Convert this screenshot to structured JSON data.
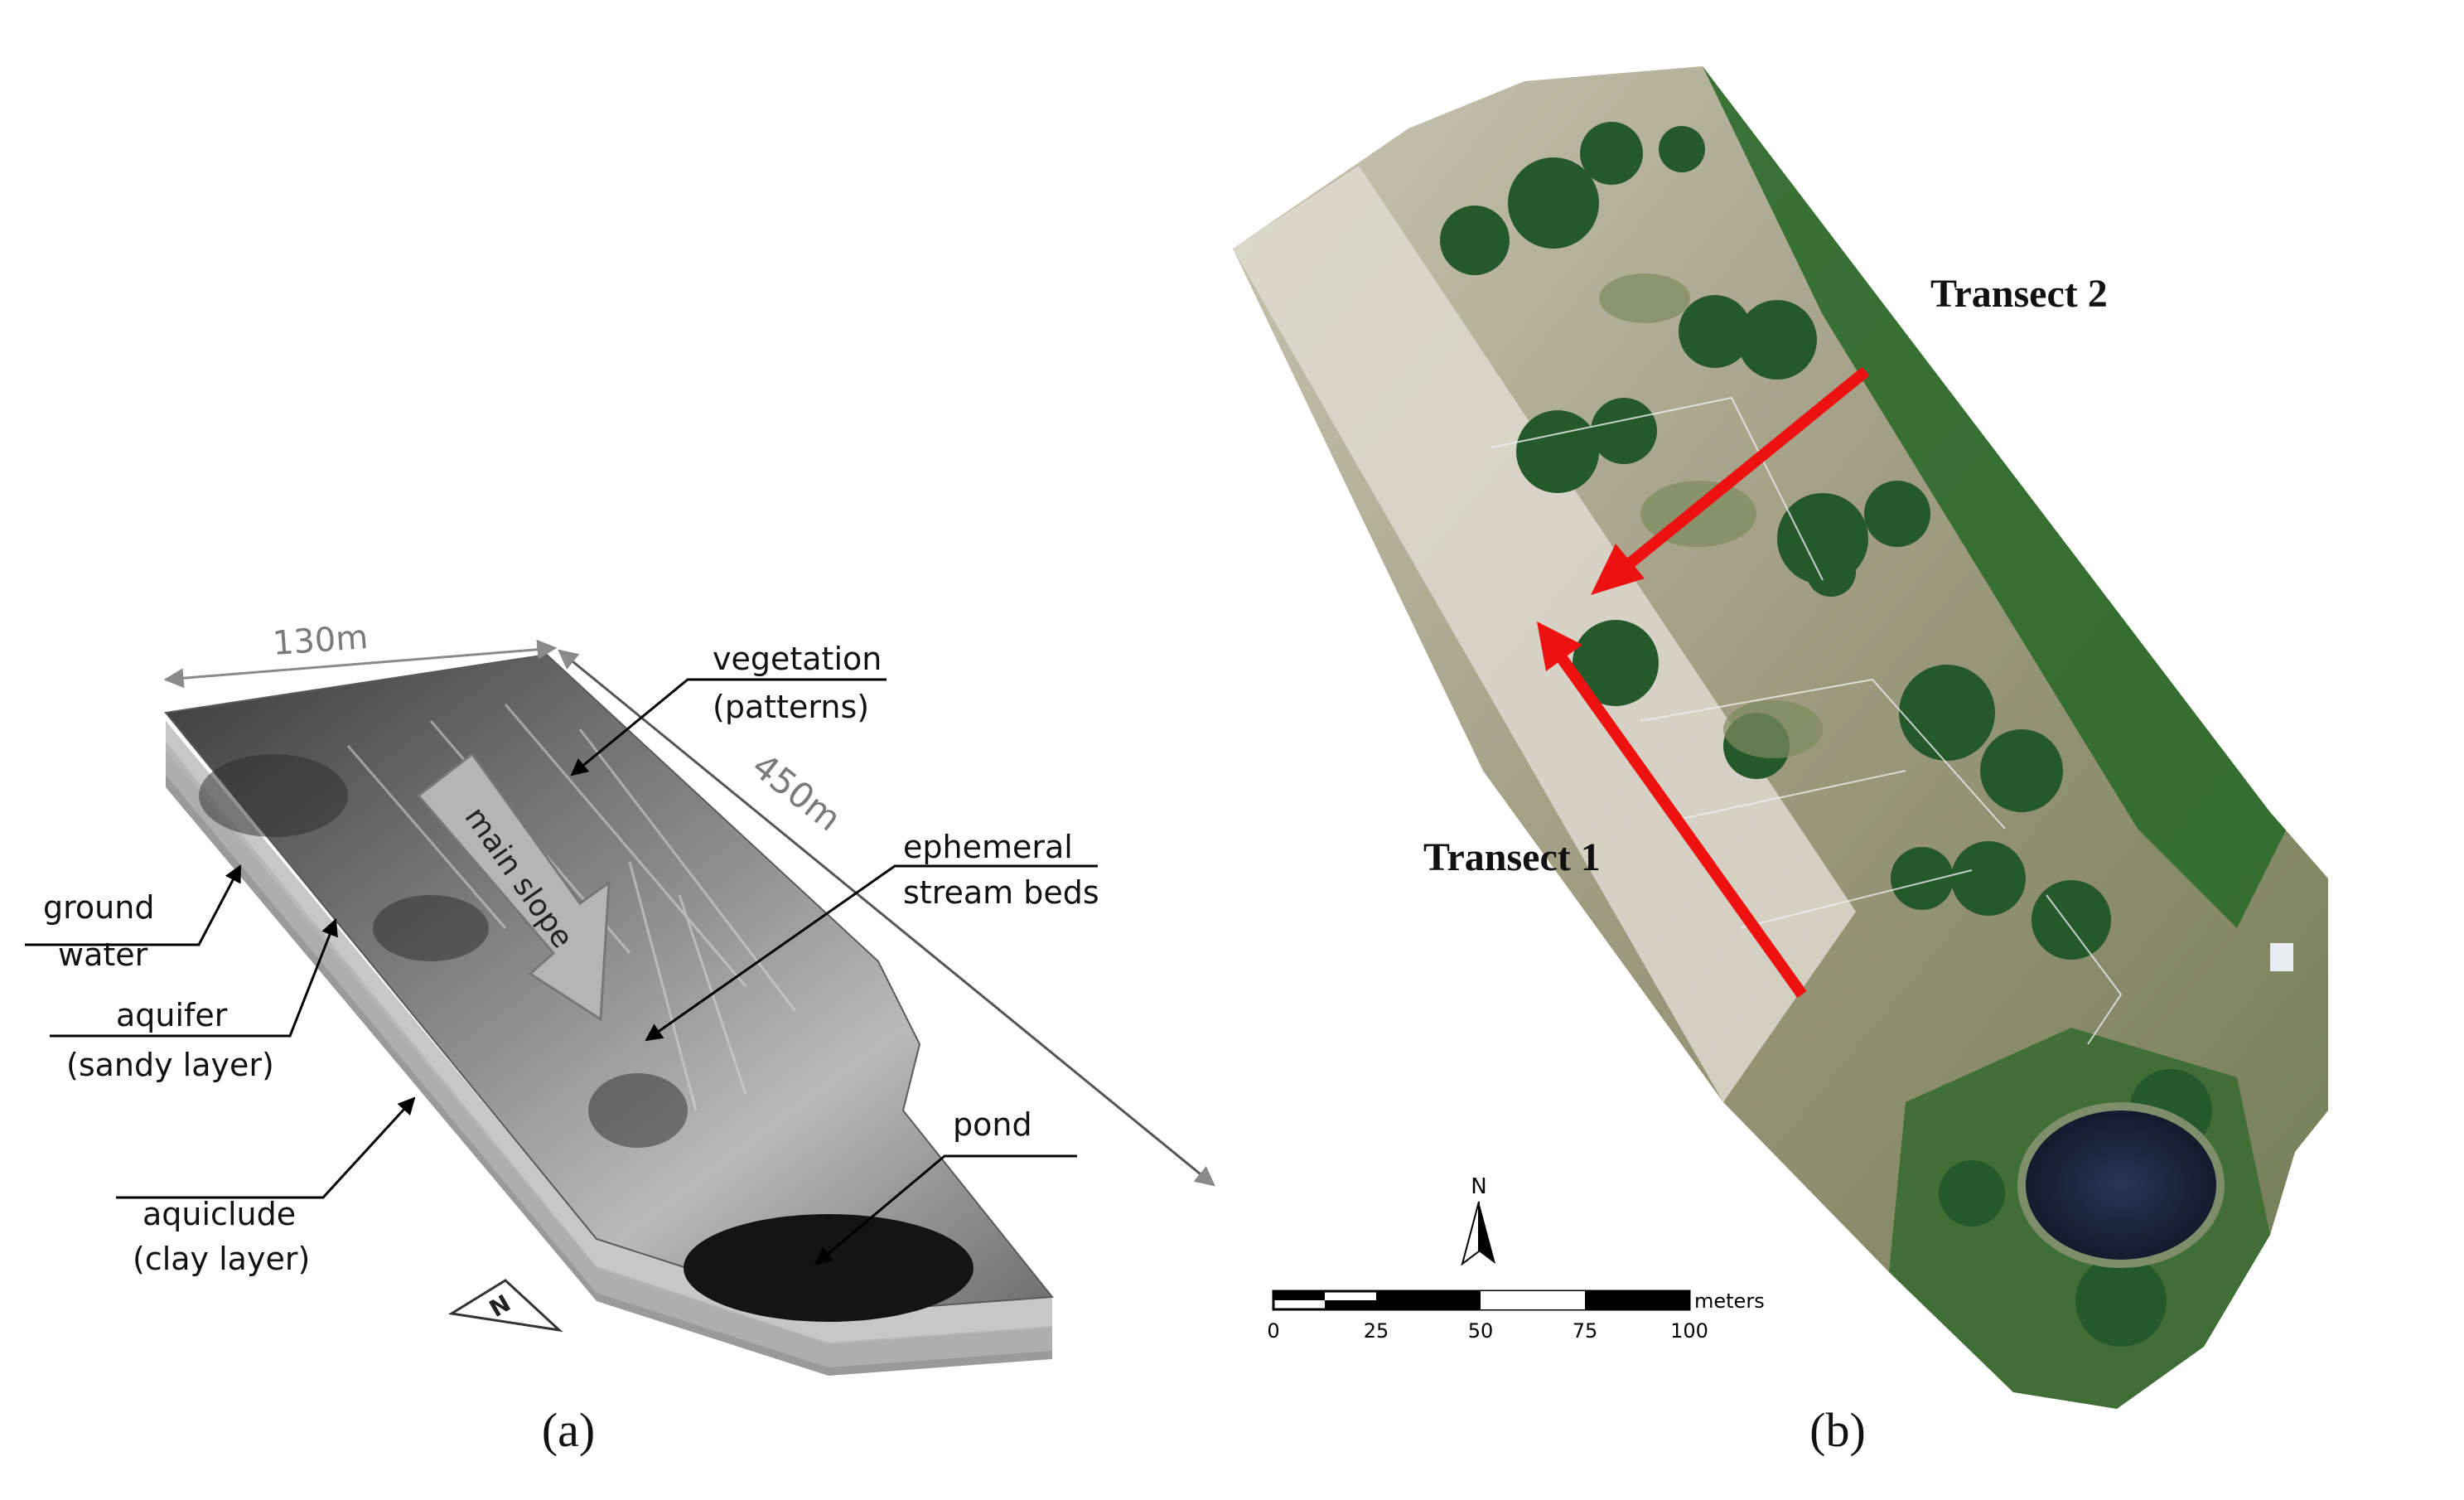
{
  "panel_a": {
    "dimension_width": "130m",
    "dimension_length": "450m",
    "arrow_text": "main slope",
    "north_symbol": "N",
    "caption": "(a)",
    "labels": {
      "vegetation_1": "vegetation",
      "vegetation_2": "(patterns)",
      "ephemeral_1": "ephemeral",
      "ephemeral_2": "stream beds",
      "ground_water_1": "ground",
      "ground_water_2": "water",
      "aquifer_1": "aquifer",
      "aquifer_2": "(sandy layer)",
      "aquiclude_1": "aquiclude",
      "aquiclude_2": "(clay layer)",
      "pond": "pond"
    }
  },
  "panel_b": {
    "transect_1": "Transect 1",
    "transect_2": "Transect 2",
    "north_symbol": "N",
    "scale_unit": "meters",
    "scale_ticks": [
      "0",
      "25",
      "50",
      "75",
      "100"
    ],
    "caption": "(b)",
    "colors": {
      "transect_arrow": "#ee1111",
      "vegetation": "#2d6e2a",
      "bare_ground": "#a8a48a",
      "pond": "#1b2540"
    }
  }
}
